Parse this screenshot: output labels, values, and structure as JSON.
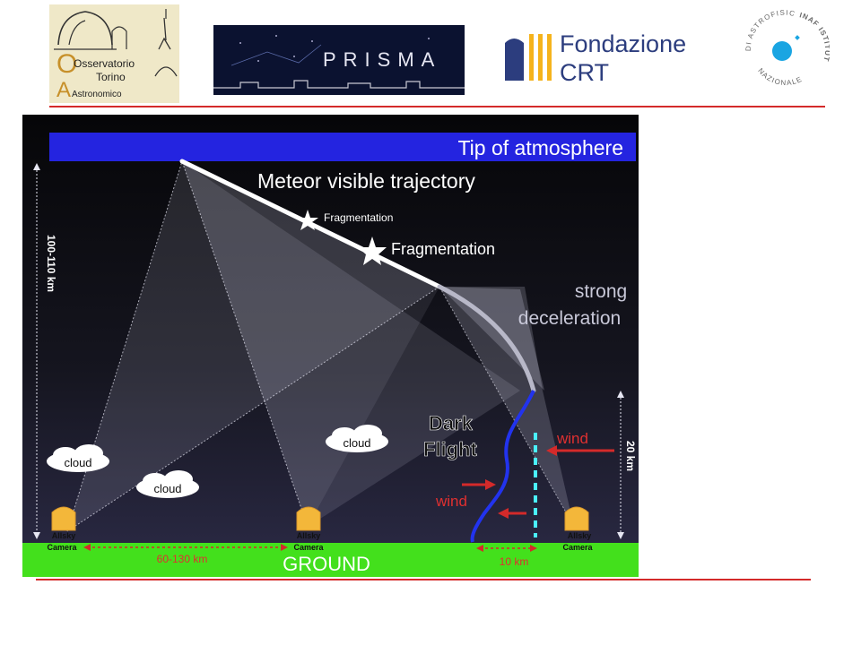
{
  "logos": {
    "oato": {
      "line1": "Osservatorio",
      "line2": "Torino",
      "line3": "Astronomico"
    },
    "prisma": "PRISMA",
    "crt": {
      "line1": "Fondazione",
      "line2": "CRT"
    },
    "inaf": {
      "ring_top": "DI ASTROFISICA",
      "ring_right": "INAF ISTITUTO",
      "ring_bottom": "NAZIONALE"
    }
  },
  "diagram": {
    "tip_of_atmosphere": "Tip of atmosphere",
    "trajectory": "Meteor visible trajectory",
    "fragmentation_small": "Fragmentation",
    "fragmentation_large": "Fragmentation",
    "deceleration_line1": "strong",
    "deceleration_line2": "deceleration",
    "dark_line1": "Dark",
    "dark_line2": "Flight",
    "wind_right": "wind",
    "wind_left": "wind",
    "altitude_main": "100-110 km",
    "altitude_dark": "20 km",
    "clouds": [
      "cloud",
      "cloud",
      "cloud"
    ],
    "camera_top": "Allsky",
    "camera_bottom": "Camera",
    "distance_cameras": "60-130 km",
    "distance_drift": "10 km",
    "ground": "GROUND"
  },
  "colors": {
    "accent_red": "#d42a2a",
    "sky_top": "#060608",
    "sky_bottom": "#2c2b47",
    "ground": "#43e01c",
    "tip_band": "#2424e0",
    "dark_flight": "#2233ee",
    "drift_line": "#4af0ff",
    "camera": "#f3b73a",
    "crt_blue": "#2c3d7e",
    "crt_yellow": "#f5b31c",
    "inaf_blue": "#1aa5e2"
  }
}
